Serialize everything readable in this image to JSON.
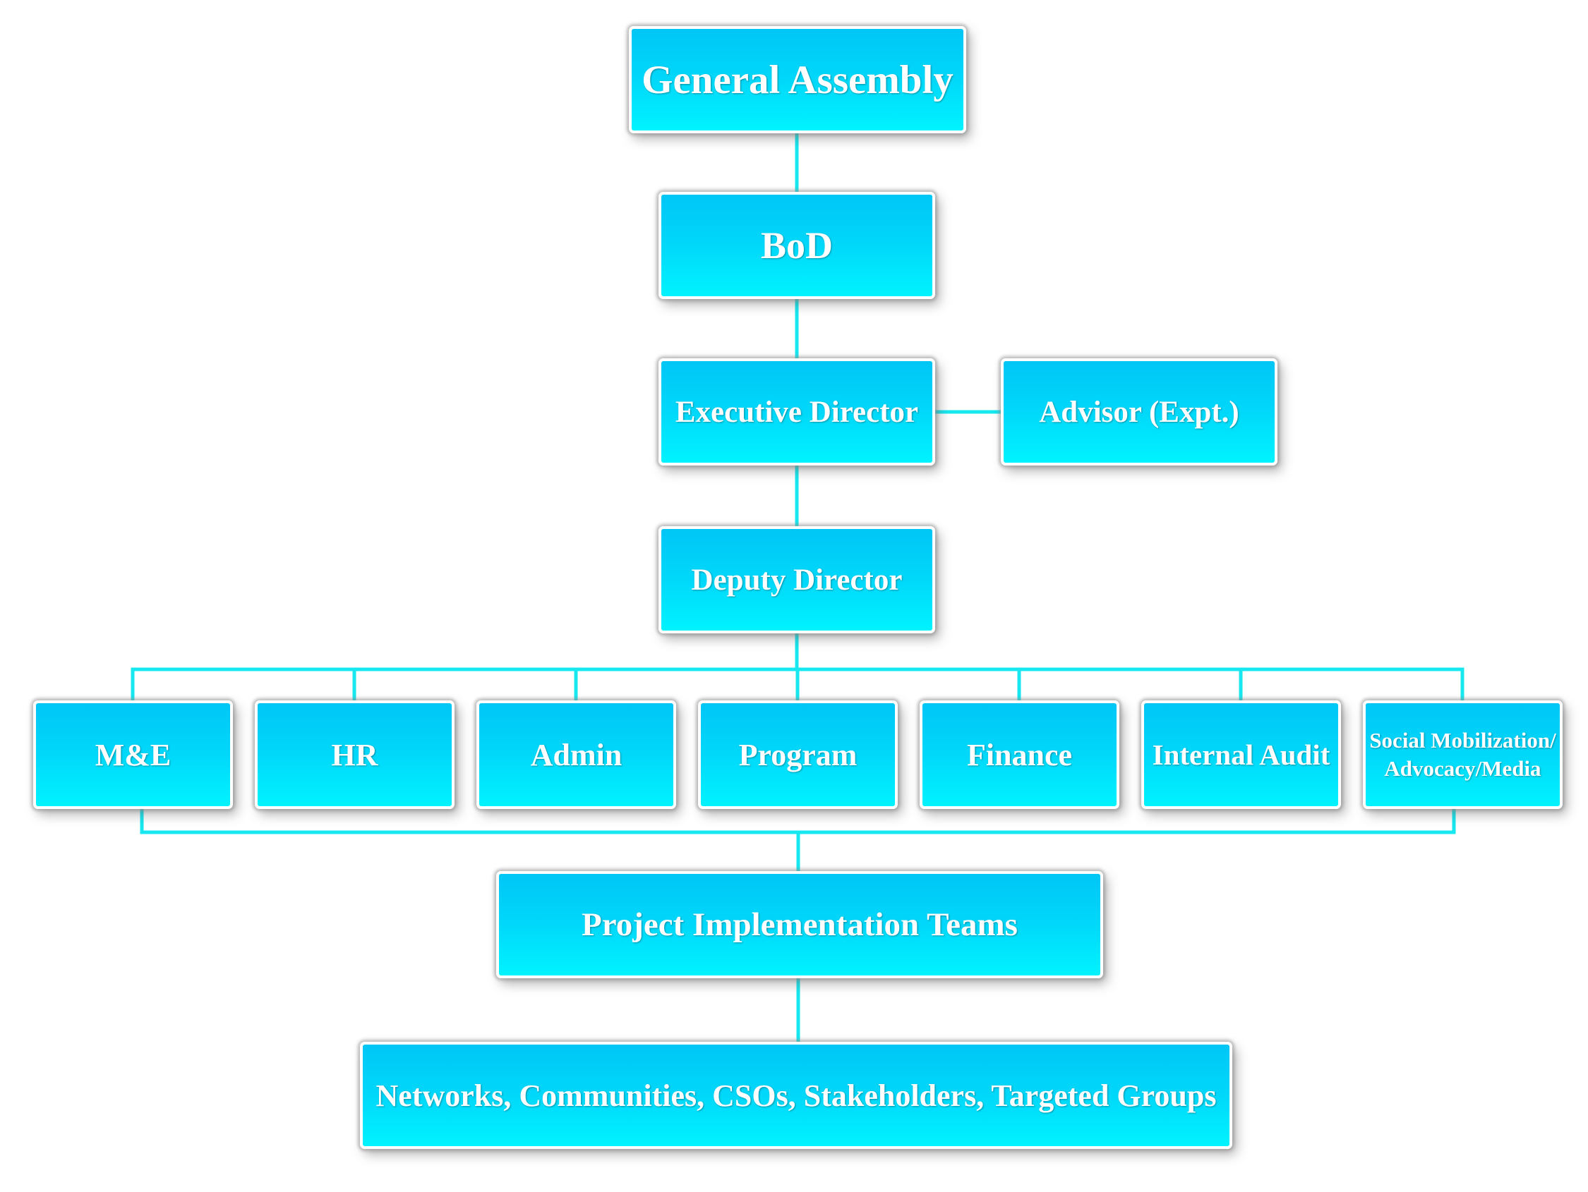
{
  "diagram": {
    "connector_color": "#17e8f0",
    "box_gradient_top": "#00c6f6",
    "box_gradient_bottom": "#00f3ff",
    "box_text_color": "#ffffff",
    "nodes": {
      "general_assembly": "General Assembly",
      "bod": "BoD",
      "executive_director": "Executive Director",
      "advisor": "Advisor (Expt.)",
      "deputy_director": "Deputy Director",
      "departments": {
        "me": "M&E",
        "hr": "HR",
        "admin": "Admin",
        "program": "Program",
        "finance": "Finance",
        "internal_audit": "Internal Audit",
        "social_mobilization_line1": "Social Mobilization/",
        "social_mobilization_line2": "Advocacy/Media"
      },
      "project_implementation_teams": "Project Implementation Teams",
      "networks": "Networks, Communities, CSOs, Stakeholders, Targeted Groups"
    }
  }
}
